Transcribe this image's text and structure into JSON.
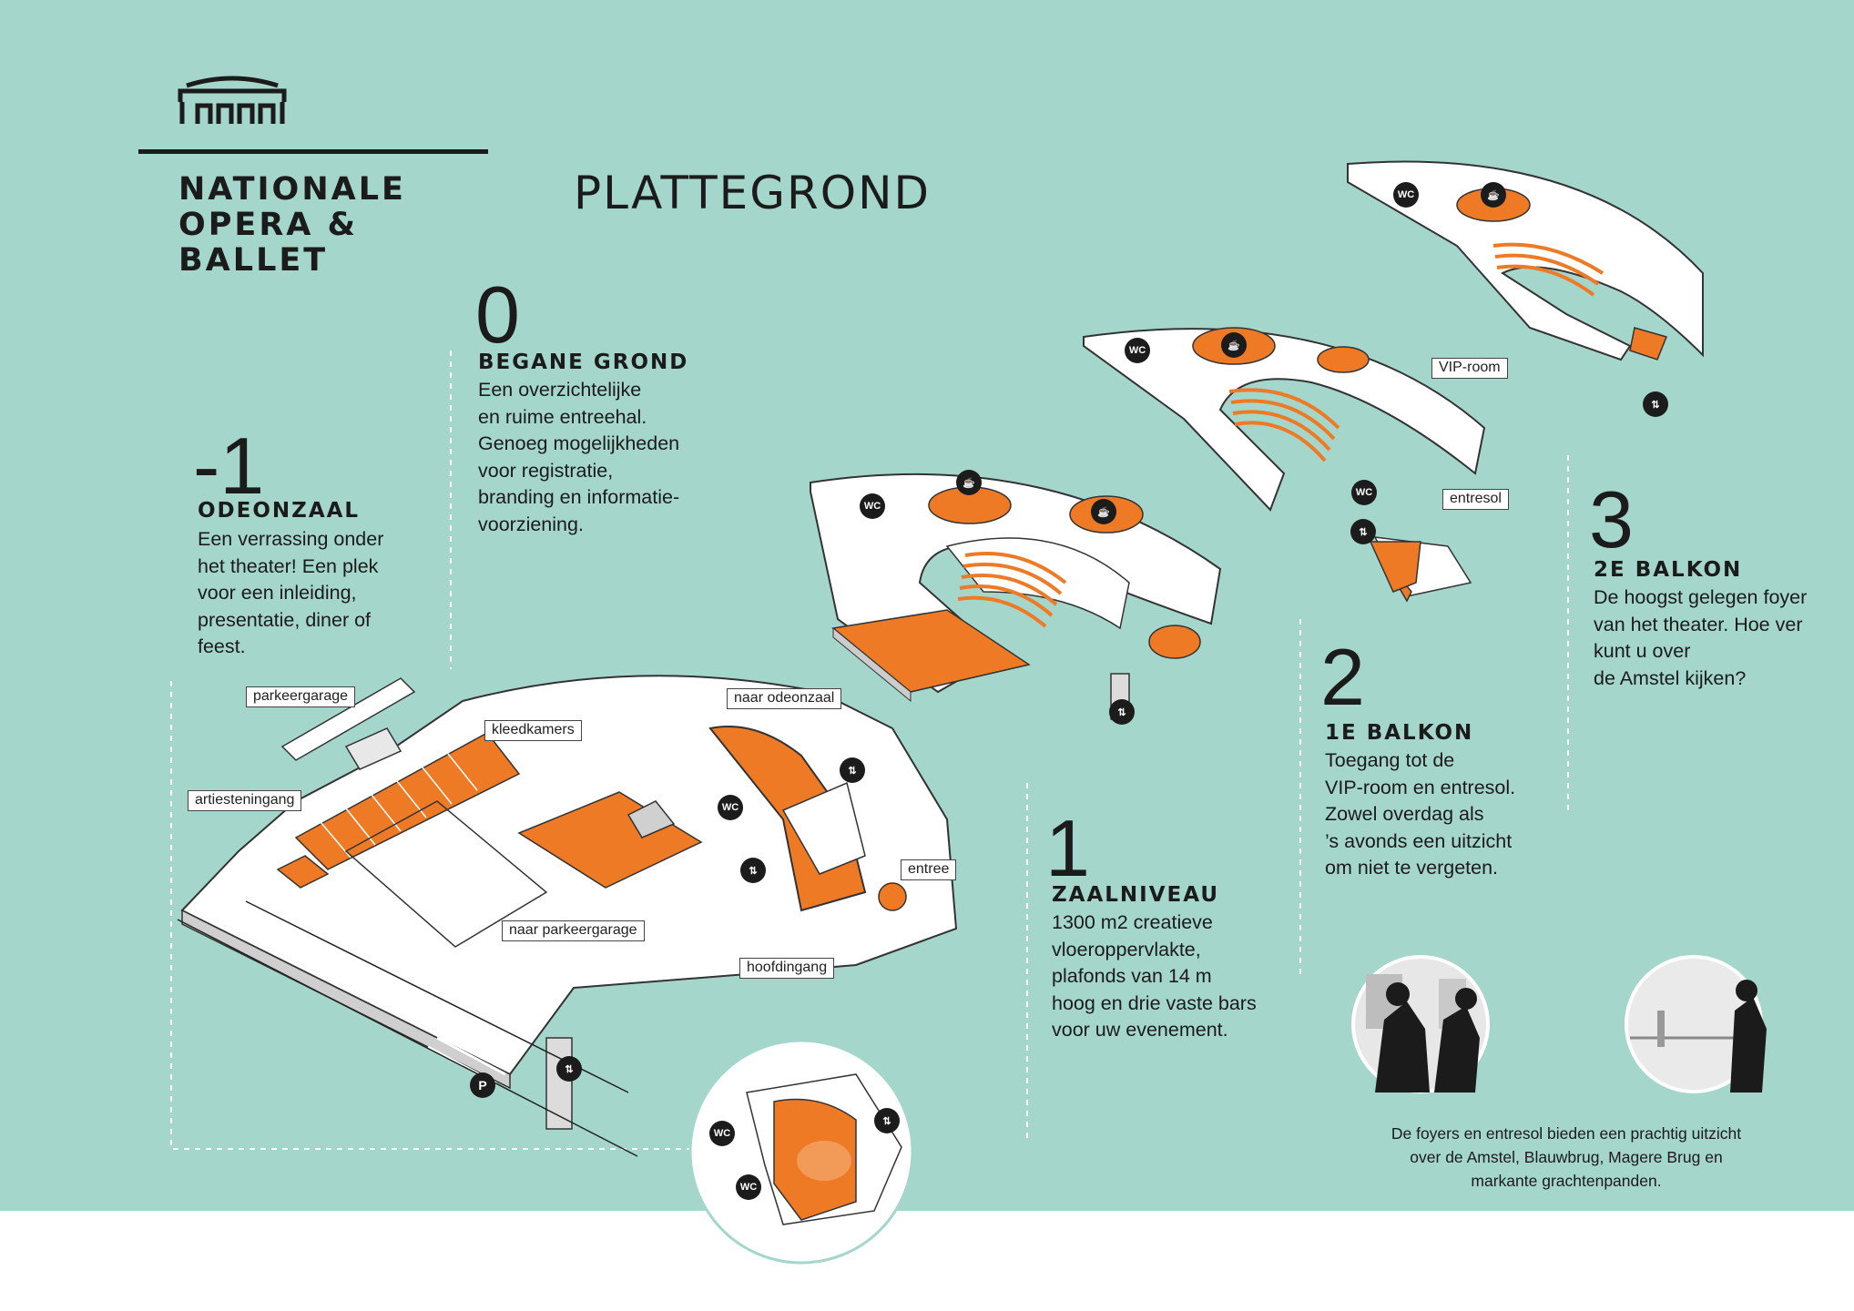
{
  "brand": {
    "name_lines": [
      "NATIONALE",
      "OPERA &",
      "BALLET"
    ]
  },
  "title": "PLATTEGROND",
  "levels": [
    {
      "number": "-1",
      "name": "ODEONZAAL",
      "description": "Een verrassing onder\nhet theater! Een plek\nvoor een inleiding,\npresentatie, diner of\nfeest."
    },
    {
      "number": "0",
      "name": "BEGANE GROND",
      "description": "Een overzichtelijke\nen ruime entreehal.\nGenoeg mogelijkheden\nvoor registratie,\nbranding en informatie-\nvoorziening."
    },
    {
      "number": "1",
      "name": "ZAALNIVEAU",
      "description": "1300 m2 creatieve\nvloeroppervlakte,\nplafonds van 14 m\nhoog en drie vaste bars\nvoor uw evenement."
    },
    {
      "number": "2",
      "name": "1E BALKON",
      "description": "Toegang tot de\nVIP-room en entresol.\nZowel overdag als\n’s avonds een uitzicht\nom niet te vergeten."
    },
    {
      "number": "3",
      "name": "2E BALKON",
      "description": "De hoogst gelegen foyer\nvan het theater. Hoe ver\nkunt u over\nde Amstel kijken?"
    }
  ],
  "map_labels": {
    "parkeergarage": "parkeergarage",
    "kleedkamers": "kleedkamers",
    "artiesteningang": "artiesteningang",
    "naar_odeonzaal": "naar odeonzaal",
    "entree": "entree",
    "naar_parkeergarage": "naar parkeergarage",
    "hoofdingang": "hoofdingang",
    "vip_room": "VIP-room",
    "entresol": "entresol"
  },
  "icon_text": {
    "wc": "WC",
    "parking": "P"
  },
  "caption": "De foyers en entresol bieden een prachtig uitzicht\nover de Amstel, Blauwbrug, Magere Brug en\nmarkante grachtenpanden.",
  "colors": {
    "background": "#a5d6cc",
    "accent": "#ee7a26",
    "ink": "#1b1b1b"
  }
}
